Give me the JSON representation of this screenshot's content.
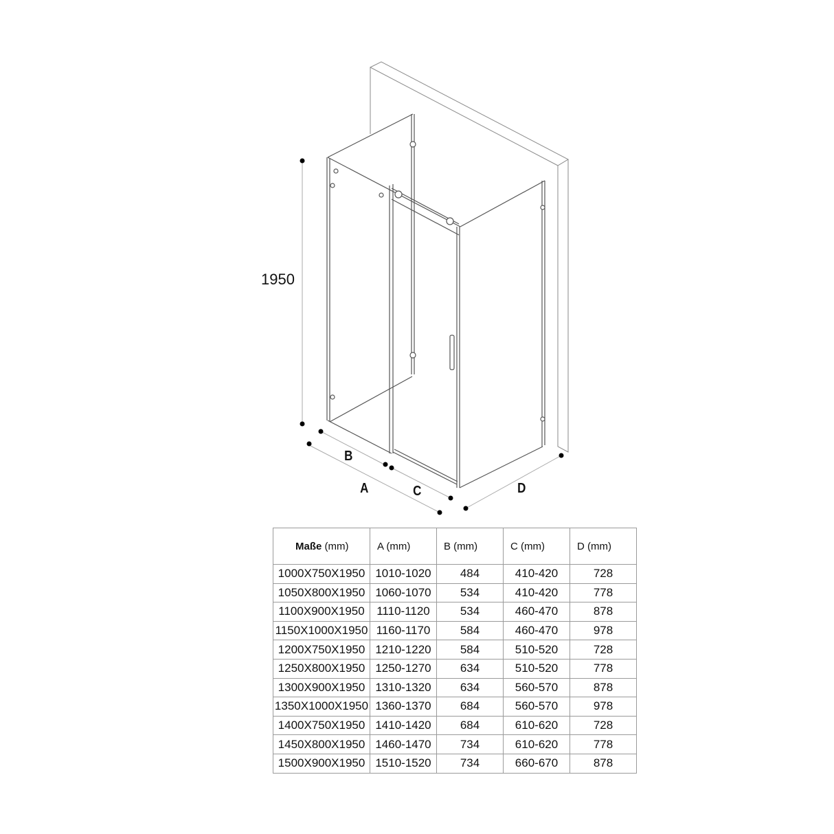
{
  "diagram": {
    "height_dimension": "1950",
    "dimension_labels": {
      "a": "A",
      "b": "B",
      "c": "C",
      "d": "D"
    }
  },
  "table": {
    "headers": [
      "Maße (mm)",
      "A (mm)",
      "B (mm)",
      "C (mm)",
      "D (mm)"
    ],
    "header_first": {
      "bold": "Maße",
      "rest": " (mm)"
    },
    "rows": [
      [
        "1000X750X1950",
        "1010-1020",
        "484",
        "410-420",
        "728"
      ],
      [
        "1050X800X1950",
        "1060-1070",
        "534",
        "410-420",
        "778"
      ],
      [
        "1100X900X1950",
        "1110-1120",
        "534",
        "460-470",
        "878"
      ],
      [
        "1150X1000X1950",
        "1160-1170",
        "584",
        "460-470",
        "978"
      ],
      [
        "1200X750X1950",
        "1210-1220",
        "584",
        "510-520",
        "728"
      ],
      [
        "1250X800X1950",
        "1250-1270",
        "634",
        "510-520",
        "778"
      ],
      [
        "1300X900X1950",
        "1310-1320",
        "634",
        "560-570",
        "878"
      ],
      [
        "1350X1000X1950",
        "1360-1370",
        "684",
        "560-570",
        "978"
      ],
      [
        "1400X750X1950",
        "1410-1420",
        "684",
        "610-620",
        "728"
      ],
      [
        "1450X800X1950",
        "1460-1470",
        "734",
        "610-620",
        "778"
      ],
      [
        "1500X900X1950",
        "1510-1520",
        "734",
        "660-670",
        "878"
      ]
    ]
  },
  "colors": {
    "line": "#555555",
    "wall": "#888888",
    "grid": "#9a9a9a",
    "dot": "#000000"
  }
}
